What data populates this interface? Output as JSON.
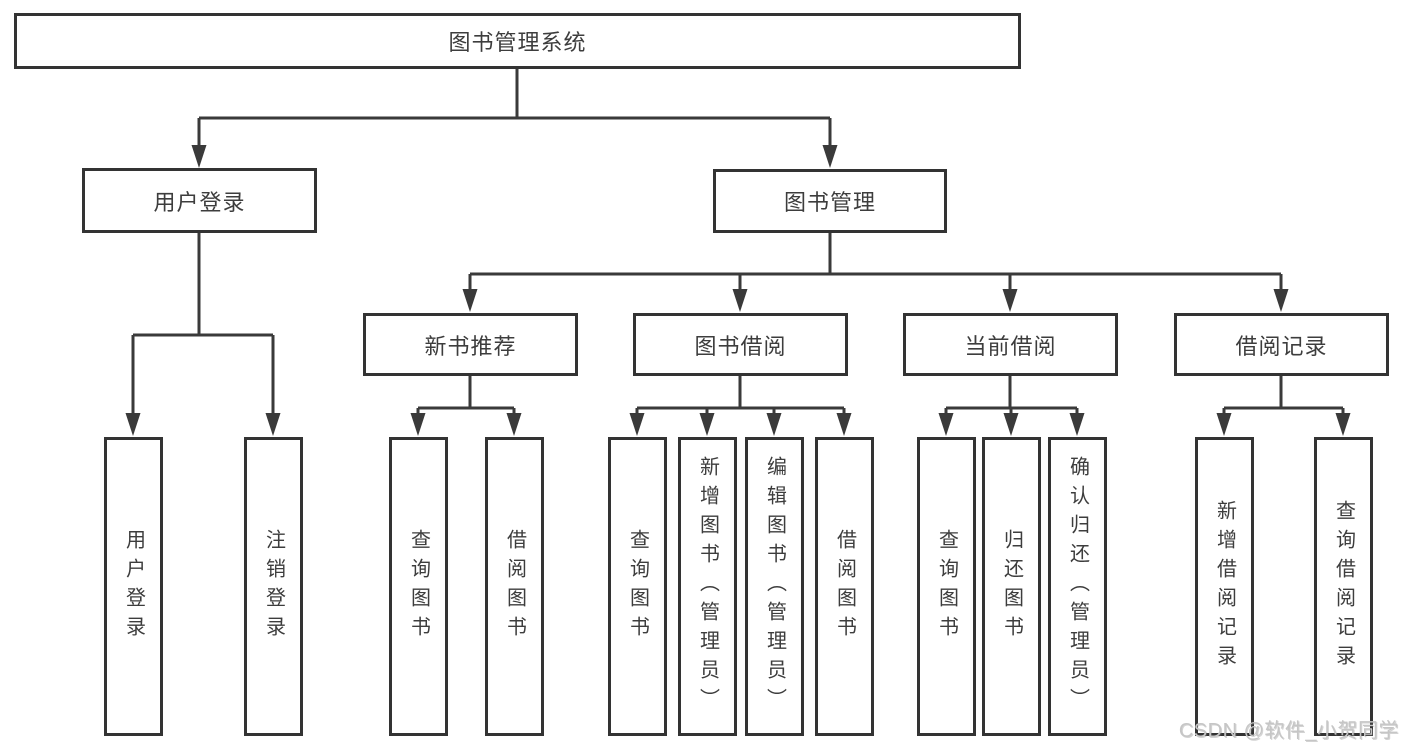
{
  "diagram": {
    "line_color": "#3a3a3a",
    "box_border_color": "#333333",
    "text_color": "#3d3d3d",
    "tree": {
      "label": "图书管理系统",
      "children": [
        {
          "label": "用户登录",
          "children": [
            {
              "label": "用户登录"
            },
            {
              "label": "注销登录"
            }
          ]
        },
        {
          "label": "图书管理",
          "children": [
            {
              "label": "新书推荐",
              "children": [
                {
                  "label": "查询图书"
                },
                {
                  "label": "借阅图书"
                }
              ]
            },
            {
              "label": "图书借阅",
              "children": [
                {
                  "label": "查询图书"
                },
                {
                  "label": "新增图书（管理员）"
                },
                {
                  "label": "编辑图书（管理员）"
                },
                {
                  "label": "借阅图书"
                }
              ]
            },
            {
              "label": "当前借阅",
              "children": [
                {
                  "label": "查询图书"
                },
                {
                  "label": "归还图书"
                },
                {
                  "label": "确认归还（管理员）"
                }
              ]
            },
            {
              "label": "借阅记录",
              "children": [
                {
                  "label": "新增借阅记录"
                },
                {
                  "label": "查询借阅记录"
                }
              ]
            }
          ]
        }
      ]
    }
  },
  "watermark": {
    "text": "CSDN @软件_小贺同学",
    "color": "#c6c6c6"
  }
}
